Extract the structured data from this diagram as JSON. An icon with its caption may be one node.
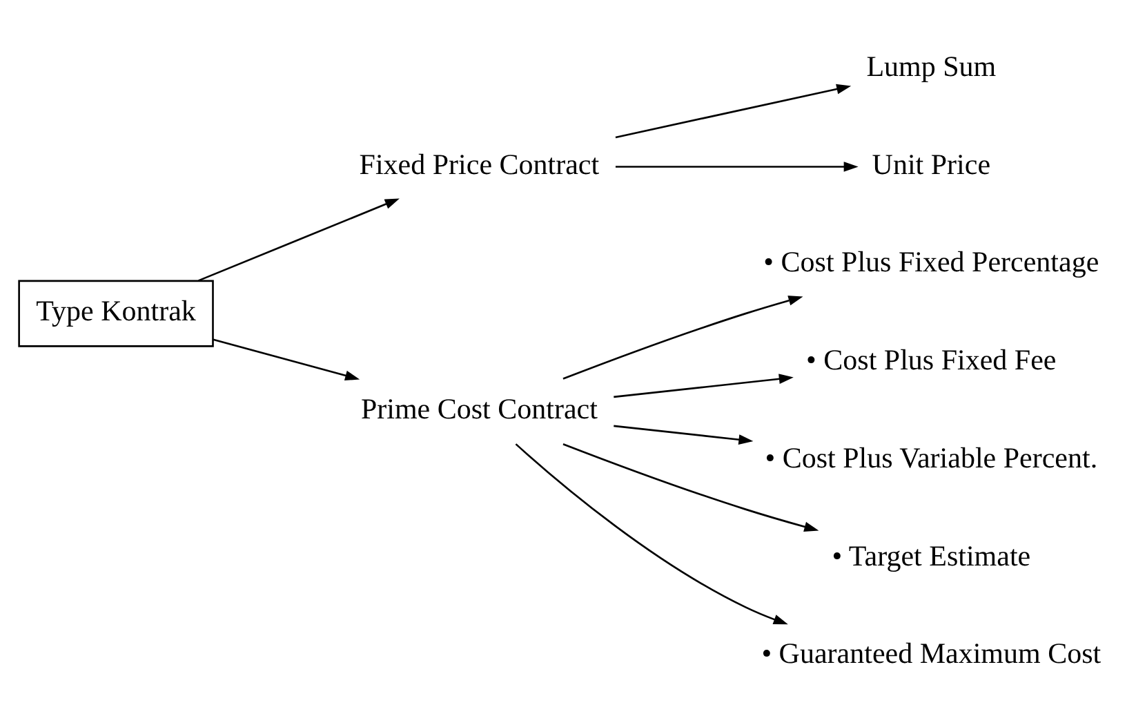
{
  "diagram": {
    "nodes": [
      {
        "text": [
          "Type Kontrak"
        ]
      },
      {
        "text": [
          "Fixed Price Contract"
        ]
      },
      {
        "text": [
          "Prime Cost Contract"
        ]
      },
      {
        "text": [
          "Lump Sum"
        ]
      },
      {
        "text": [
          "Unit Price"
        ]
      },
      {
        "text": [
          "• Cost Plus Fixed Percentage"
        ]
      },
      {
        "text": [
          "• Cost Plus Fixed Fee"
        ]
      },
      {
        "text": [
          "• Cost Plus Variable Percent."
        ]
      },
      {
        "text": [
          "• Target Estimate"
        ]
      },
      {
        "text": [
          "• Guaranteed Maximum Cost"
        ]
      }
    ],
    "edges": [
      {
        "from": 0,
        "to": 1,
        "arrow": "to"
      },
      {
        "from": 0,
        "to": 2,
        "arrow": "to"
      },
      {
        "from": 1,
        "to": 3,
        "arrow": "to"
      },
      {
        "from": 1,
        "to": 4,
        "arrow": "to"
      },
      {
        "from": 2,
        "to": 5,
        "arrow": "to"
      },
      {
        "from": 2,
        "to": 6,
        "arrow": "to"
      },
      {
        "from": 2,
        "to": 7,
        "arrow": "to"
      },
      {
        "from": 2,
        "to": 8,
        "arrow": "to"
      },
      {
        "from": 2,
        "to": 9,
        "arrow": "to"
      }
    ]
  }
}
